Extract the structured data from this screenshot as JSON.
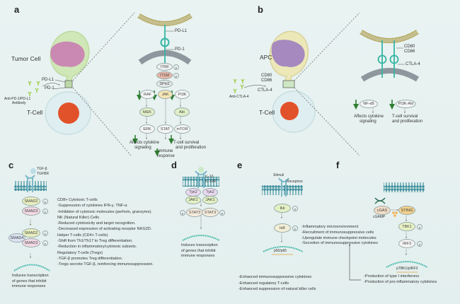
{
  "panels": {
    "a": {
      "label": "a",
      "tumor_cell": "Tumor Cell",
      "t_cell": "T-Cell",
      "pdl1": "PD-L1",
      "pd1": "PD-1",
      "antibody_line1": "Anti-PD-1/PD-L1",
      "antibody_line2": "Antibody",
      "zoom_pdl1": "PD-L1",
      "zoom_pd1": "PD-1",
      "nodes": [
        "ITIM",
        "ITSM",
        "SPH2",
        "RAF",
        "JAK",
        "PI3K",
        "MEK",
        "Akt",
        "ERK",
        "STAT",
        "mTOR"
      ],
      "phospho": "p",
      "outcome_cytokine_1": "Affects cytokine",
      "outcome_cytokine_2": "signaling",
      "outcome_immune_1": "immune",
      "outcome_immune_2": "response",
      "outcome_survival_1": "T-cell survival",
      "outcome_survival_2": "and proliferation"
    },
    "b": {
      "label": "b",
      "apc": "APC",
      "t_cell": "T-Cell",
      "cd80": "CD80",
      "cd86": "CD86",
      "ctla4": "CTLA-4",
      "antibody": "Anti-CTLA-4",
      "zoom_cd80": "CD80",
      "zoom_cd86": "CD86",
      "zoom_ctla4": "CTLA-4",
      "nodes": [
        "NF-κB",
        "PI3K-Akt"
      ],
      "outcome_cytokine_1": "Affects cytokine",
      "outcome_cytokine_2": "signaling",
      "outcome_survival_1": "T-cell survival",
      "outcome_survival_2": "and proliferation"
    },
    "c": {
      "label": "c",
      "ligand": "TGF-β",
      "receptor": "TGFBR",
      "nodes": [
        "SMAD2",
        "SMAD3",
        "SMAD2",
        "SMAD4",
        "SMAD3"
      ],
      "phospho": "p",
      "outcome": [
        "Induces transcription",
        "of genes that inhibit",
        "immune responses"
      ],
      "effects": [
        "CD8+ Cytotoxic T-cells",
        "-Suppression of cytokines IFN-γ, TNF-α.",
        "-Inhibition of cytotoxic molecules (perforin, granzyme).",
        "NK (Natural Killer) Cells",
        "-Reduced cytotoxicity and target recognition.",
        "-Decreased expression of activating receptor NKG2D.",
        "Helper T-cells (CD4+ T-cells)",
        "-Shift from Th1/Th17 to Treg differentiation.",
        "-Reduction in inflammatory/cytotoxic subsets.",
        "Regulatory T-cells (Tregs)",
        "-TGF-β promotes Treg differentiation.",
        "-Tregs secrete TGF-β, reinforcing immunosuppression."
      ]
    },
    "d": {
      "label": "d",
      "ligand": "IL-10",
      "receptor": "IL-10R",
      "nodes": [
        "Tyk2",
        "Tyk2",
        "JAK1",
        "JAK1",
        "STAT3",
        "STAT3"
      ],
      "phospho": "p",
      "outcome": [
        "Induces transcription",
        "of genes that inhibit",
        "immune responses"
      ]
    },
    "e": {
      "label": "e",
      "stimuli": "Stimuli",
      "receptors": "Receptors",
      "nodes": [
        "Ikk",
        "IκB"
      ],
      "phospho": "p",
      "tf": "p50/p65",
      "outcomes": [
        "-Enhanced immunosuppressive cytokines",
        "-Enhanced regulatory T-cells",
        "-Enhanced suppression of natural killer cells"
      ],
      "tme_effects": [
        "-Inflammatory microenvironment",
        "-Recruitment of immunosuppressive cells",
        "-Upregulate immune checkpoint molecules",
        "-Secretion of immunosuppressive cytokines"
      ]
    },
    "f": {
      "label": "f",
      "nodes": [
        "cGAS",
        "STING",
        "TBK1",
        "IRF3"
      ],
      "cgamp": "cGAMP",
      "phospho": "p",
      "tf": "pTBK1/pIRF3",
      "outcomes": [
        "-Production of type I interferons",
        "-Production of pro-inflammatory cytokines"
      ]
    }
  },
  "colors": {
    "background": "#e6f1f0",
    "membrane_teal": "#3d8f9c",
    "membrane_olive": "#b3a45a",
    "membrane_grey": "#8e979e",
    "receptor_teal": "#36b5a3",
    "inhibit_arrow": "#2e7d32",
    "tumor_cell": "#cfe8b4",
    "tumor_nucleus": "#c870b0",
    "apc_cell": "#ece8b8",
    "apc_nucleus": "#9370c0",
    "t_cell": "#dfeef0",
    "t_nucleus": "#e2522a"
  }
}
